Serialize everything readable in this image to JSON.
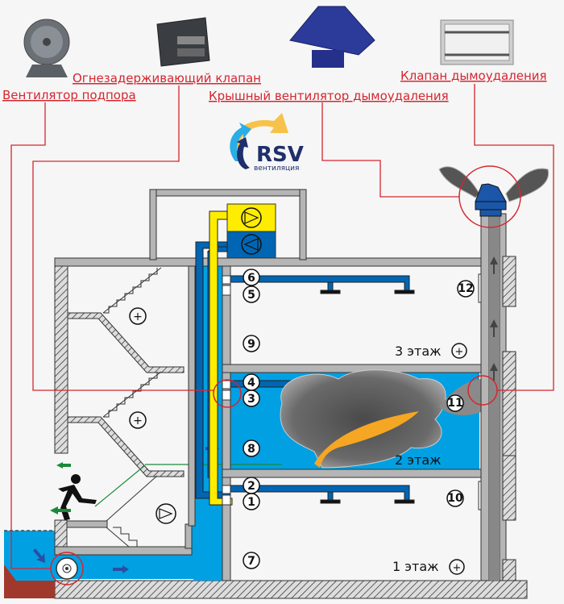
{
  "labels": {
    "supply_fan": "Вентилятор подпора",
    "fire_damper": "Огнезадерживающий клапан",
    "roof_fan": "Крышный вентилятор дымоудаления",
    "smoke_damper": "Клапан дымоудаления"
  },
  "logo": {
    "brand": "RSV",
    "subtitle": "вентиляция"
  },
  "floors": {
    "floor1": "1 этаж",
    "floor2": "2 этаж",
    "floor3": "3 этаж"
  },
  "markers": {
    "m1": "1",
    "m2": "2",
    "m3": "3",
    "m4": "4",
    "m5": "5",
    "m6": "6",
    "m7": "7",
    "m8": "8",
    "m9": "9",
    "m10": "10",
    "m11": "11",
    "m12": "12"
  },
  "colors": {
    "label_red": "#d5262f",
    "pressure_blue": "#00a0e3",
    "duct_dark_blue": "#0066b3",
    "duct_yellow": "#ffed00",
    "wall_gray": "#b5b5b5",
    "smoke_gray": "#5a5a5a",
    "fire_orange": "#f5a623",
    "soil_brown": "#a0392c",
    "exit_green": "#1a8a3a"
  }
}
